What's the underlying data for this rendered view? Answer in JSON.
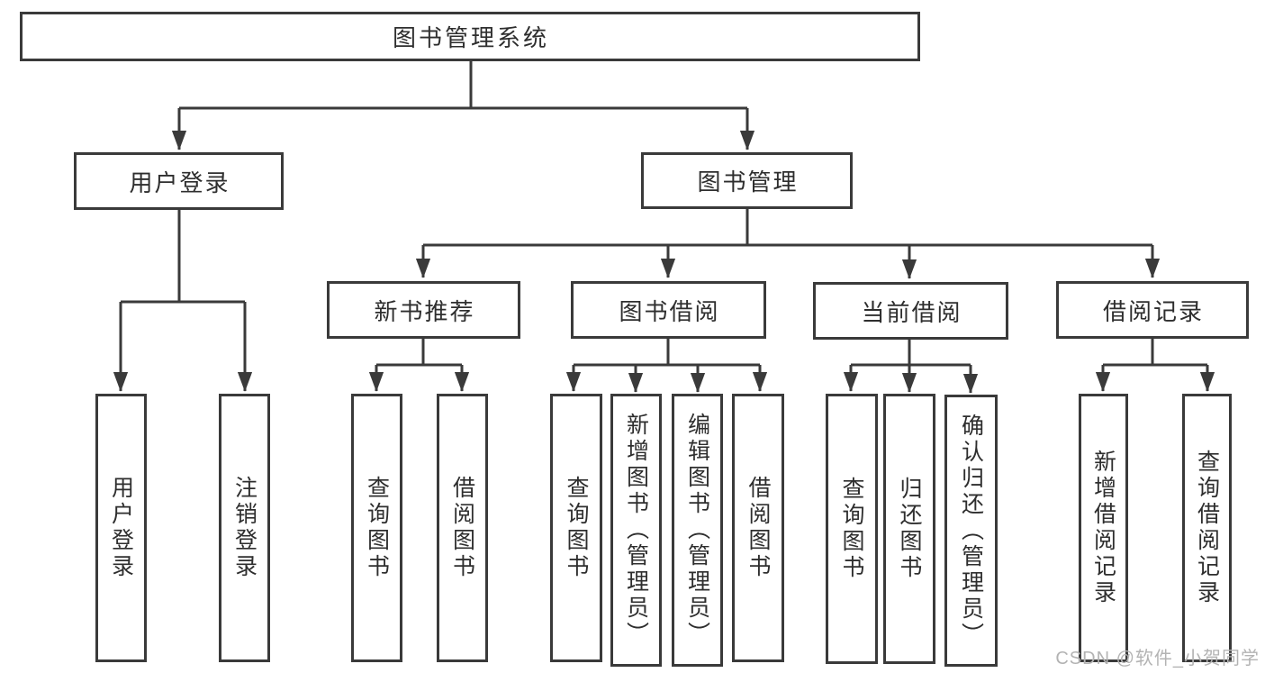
{
  "diagram": {
    "type": "hierarchy-flowchart",
    "tree": {
      "root": "图书管理系统",
      "children": [
        {
          "label": "用户登录",
          "children": [
            "用户登录",
            "注销登录"
          ]
        },
        {
          "label": "图书管理",
          "children": [
            {
              "label": "新书推荐",
              "children": [
                "查询图书",
                "借阅图书"
              ]
            },
            {
              "label": "图书借阅",
              "children": [
                "查询图书",
                "新增图书（管理员）",
                "编辑图书（管理员）",
                "借阅图书"
              ]
            },
            {
              "label": "当前借阅",
              "children": [
                "查询图书",
                "归还图书",
                "确认归还（管理员）"
              ]
            },
            {
              "label": "借阅记录",
              "children": [
                "新增借阅记录",
                "查询借阅记录"
              ]
            }
          ]
        }
      ]
    },
    "colors": {
      "line": "#3a3a3a",
      "box_border": "#3a3a3a",
      "text": "#2e2e2e",
      "background": "#ffffff",
      "watermark": "#b3b3b3"
    }
  },
  "watermark": {
    "text": "CSDN @软件_小贺同学"
  }
}
